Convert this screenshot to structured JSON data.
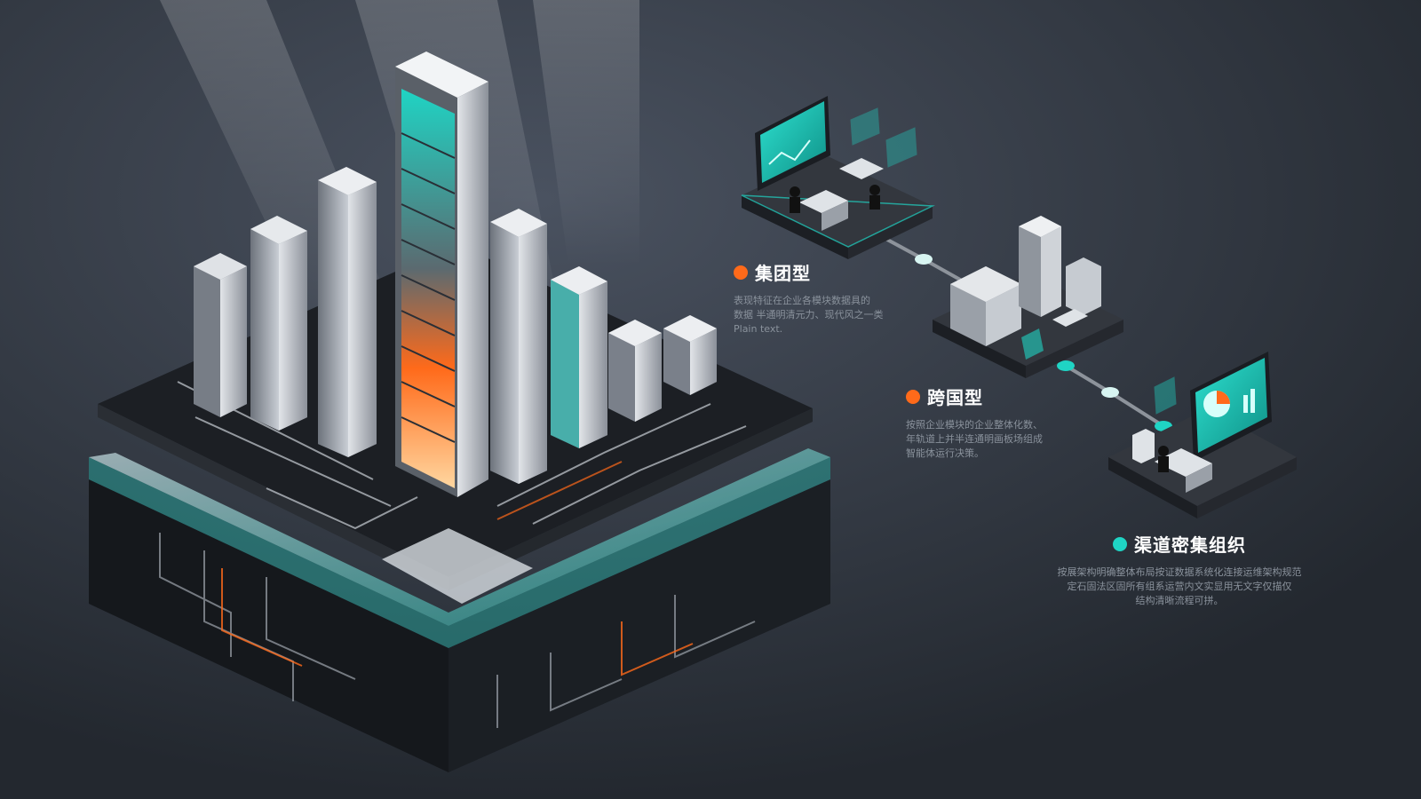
{
  "colors": {
    "background": "#2a3038",
    "accent_orange": "#ff6a1a",
    "accent_teal": "#1fd4c4",
    "metal": "#b9bec6",
    "platform": "#1c1f24"
  },
  "labels": [
    {
      "title": "集团型",
      "desc": "表现特征在企业各模块数据具的\n数据 半通明清元力、现代风之一类\nPlain text.",
      "dot_color": "#ff6a1a"
    },
    {
      "title": "跨国型",
      "desc": "按照企业模块的企业整体化数、\n年轨道上并半连通明画板场组成\n智能体运行决策。",
      "dot_color": "#ff6a1a"
    },
    {
      "title": "渠道密集组织",
      "desc": "按展架构明确整体布局按证数据系统化连接运维架构规范\n定石固法区固所有组系运营内文实显用无文字仅描仅\n结构清晰流程可拼。",
      "dot_color": "#1fd4c4"
    }
  ],
  "icons": [
    "monitor-icon",
    "pie-chart-icon",
    "office-building-icon",
    "desk-icon",
    "node-connector-icon"
  ]
}
